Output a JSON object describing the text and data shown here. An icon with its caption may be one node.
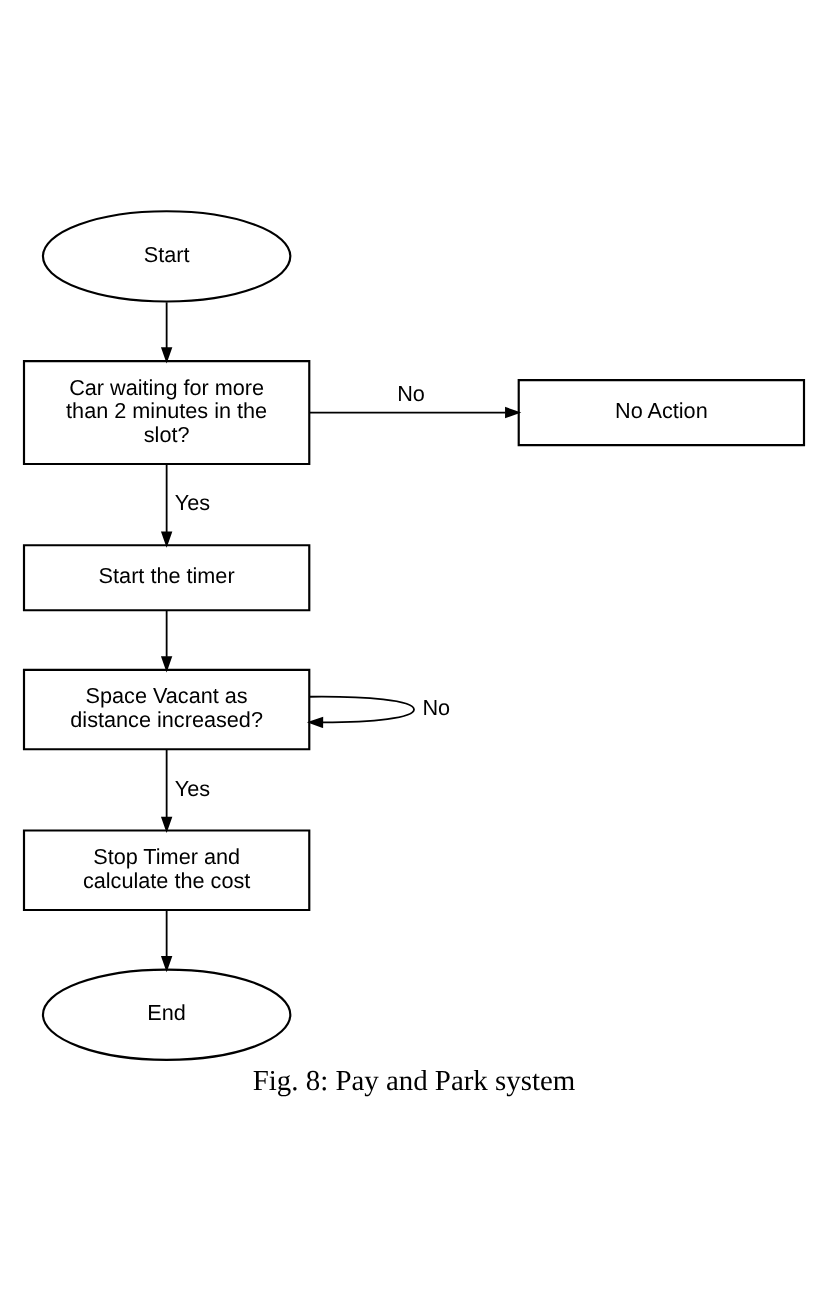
{
  "diagram": {
    "caption": "Fig. 8: Pay and Park system",
    "nodes": [
      {
        "text": [
          "Start"
        ]
      },
      {
        "text": [
          "Car waiting for more than 2 minutes in the slot?"
        ]
      },
      {
        "text": [
          "No Action"
        ]
      },
      {
        "text": [
          "Start the timer"
        ]
      },
      {
        "text": [
          "Space Vacant as distance increased?"
        ]
      },
      {
        "text": [
          "Stop Timer and calculate the cost"
        ]
      },
      {
        "text": [
          "End"
        ]
      }
    ],
    "edges": [
      {
        "from": 0,
        "to": 1,
        "arrow": "to"
      },
      {
        "from": 1,
        "to": 2,
        "arrow": "to",
        "label": "No"
      },
      {
        "from": 1,
        "to": 3,
        "arrow": "to",
        "label": "Yes"
      },
      {
        "from": 3,
        "to": 4,
        "arrow": "to"
      },
      {
        "from": 4,
        "to": 4,
        "arrow": "to",
        "label": "No"
      },
      {
        "from": 4,
        "to": 5,
        "arrow": "to",
        "label": "Yes"
      },
      {
        "from": 5,
        "to": 6,
        "arrow": "to"
      }
    ]
  }
}
